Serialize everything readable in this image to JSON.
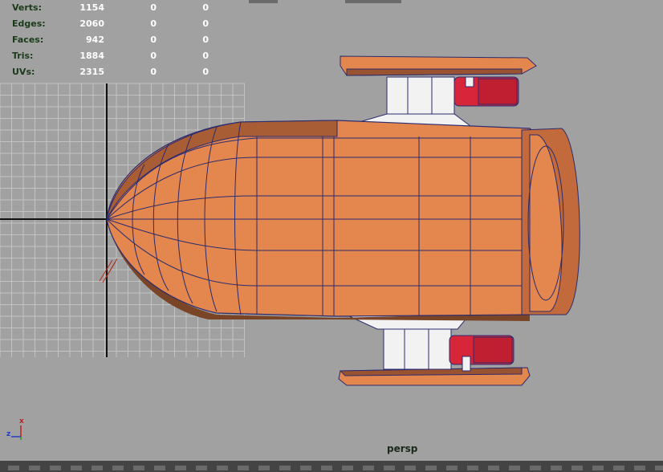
{
  "hud": {
    "rows": [
      {
        "label": "Verts:",
        "v1": "1154",
        "v2": "0",
        "v3": "0"
      },
      {
        "label": "Edges:",
        "v1": "2060",
        "v2": "0",
        "v3": "0"
      },
      {
        "label": "Faces:",
        "v1": "942",
        "v2": "0",
        "v3": "0"
      },
      {
        "label": "Tris:",
        "v1": "1884",
        "v2": "0",
        "v3": "0"
      },
      {
        "label": "UVs:",
        "v1": "2315",
        "v2": "0",
        "v3": "0"
      }
    ]
  },
  "camera": {
    "label": "persp"
  },
  "axis": {
    "x_label": "x",
    "z_label": "z"
  },
  "colors": {
    "viewport_bg": "#a1a1a1",
    "grid": "#c2c2c2",
    "axis_line": "#111111",
    "hull": "#e3874f",
    "hull_shadow": "#7a4426",
    "wireframe": "#2b2b6e",
    "thruster": "#d7263a",
    "strut": "#f2f2f2"
  }
}
